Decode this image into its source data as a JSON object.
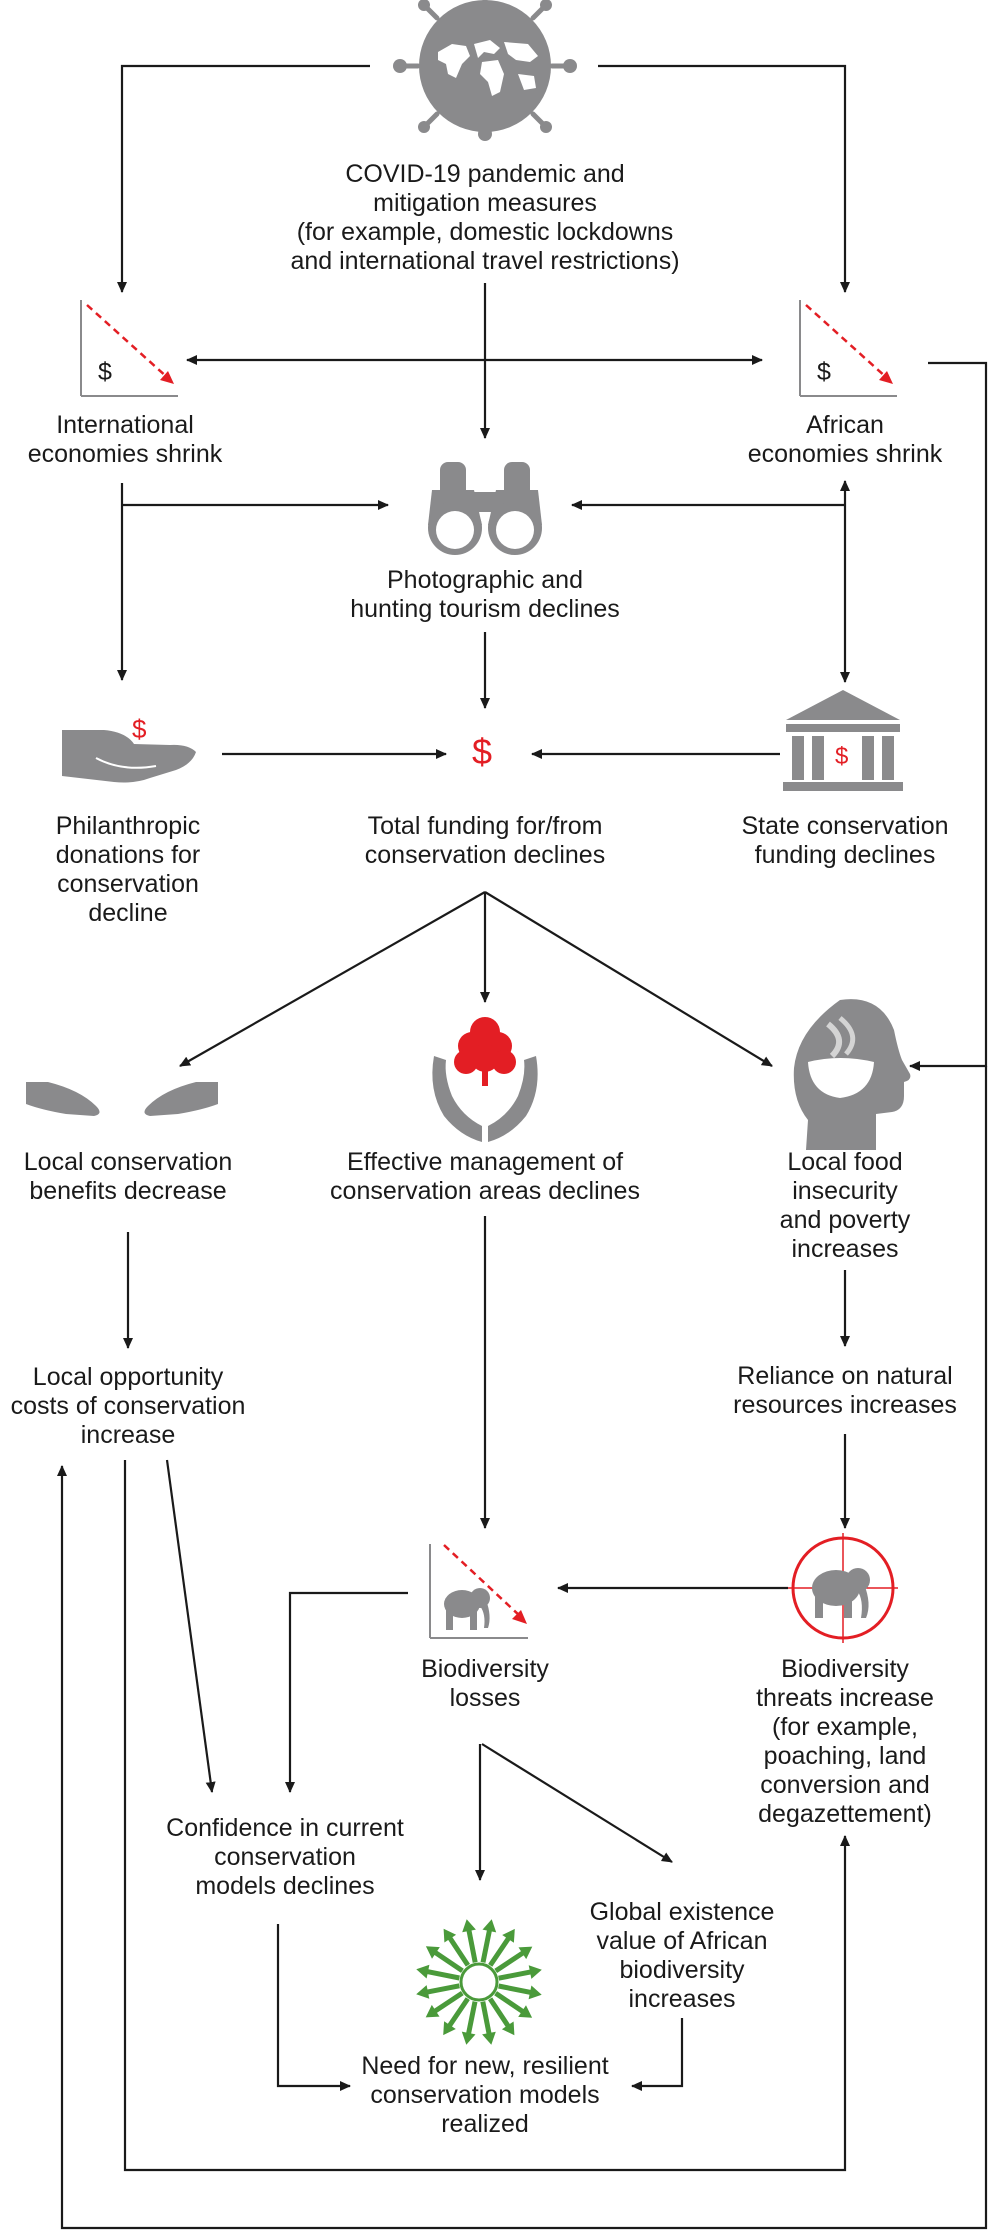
{
  "nodes": {
    "covid": {
      "lines": [
        "COVID-19 pandemic and",
        "mitigation measures",
        "(for example, domestic lockdowns",
        "and international travel restrictions)"
      ]
    },
    "intl": {
      "lines": [
        "International",
        "economies shrink"
      ]
    },
    "african": {
      "lines": [
        "African",
        "economies shrink"
      ]
    },
    "tourism": {
      "lines": [
        "Photographic and",
        "hunting tourism declines"
      ]
    },
    "philanthropic": {
      "lines": [
        "Philanthropic",
        "donations for",
        "conservation",
        "decline"
      ]
    },
    "funding": {
      "lines": [
        "Total funding for/from",
        "conservation declines"
      ]
    },
    "state": {
      "lines": [
        "State conservation",
        "funding declines"
      ]
    },
    "local_benefits": {
      "lines": [
        "Local conservation",
        "benefits decrease"
      ]
    },
    "management": {
      "lines": [
        "Effective management of",
        "conservation areas declines"
      ]
    },
    "food": {
      "lines": [
        "Local food",
        "insecurity",
        "and poverty",
        "increases"
      ]
    },
    "opportunity": {
      "lines": [
        "Local opportunity",
        "costs of conservation",
        "increase"
      ]
    },
    "reliance": {
      "lines": [
        "Reliance on natural",
        "resources increases"
      ]
    },
    "losses": {
      "lines": [
        "Biodiversity",
        "losses"
      ]
    },
    "threats": {
      "lines": [
        "Biodiversity",
        "threats increase",
        "(for example,",
        "poaching, land",
        "conversion and",
        "degazettement)"
      ]
    },
    "confidence": {
      "lines": [
        "Confidence in current",
        "conservation",
        "models declines"
      ]
    },
    "global": {
      "lines": [
        "Global existence",
        "value of African",
        "biodiversity",
        "increases"
      ]
    },
    "need": {
      "lines": [
        "Need for new, resilient",
        "conservation models",
        "realized"
      ]
    }
  },
  "symbols": {
    "dollar": "$"
  },
  "icons": [
    "virus-globe-icon",
    "declining-economy-icon",
    "binoculars-icon",
    "giving-hand-icon",
    "dollar-icon",
    "bank-building-icon",
    "open-hands-icon",
    "tree-in-hands-icon",
    "head-profile-icon",
    "elephant-decline-icon",
    "elephant-crosshair-icon",
    "arrows-burst-icon"
  ],
  "colors": {
    "accent": "#e31e24",
    "icon_grey": "#8a8a8c",
    "icon_green": "#4a9a3a",
    "text": "#1a1a1a"
  }
}
